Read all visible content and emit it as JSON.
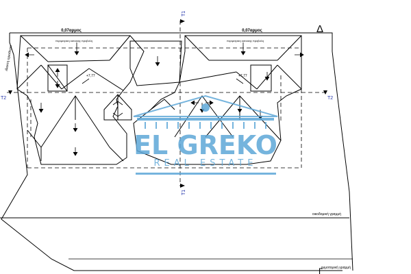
{
  "plan": {
    "labels": {
      "ratio_left": "0,07αρμος",
      "ratio_right": "0,07αρμος",
      "roof_note_left": "περιμετρικη κατοικης προβολη",
      "roof_note_right": "περιμετρικη κατοικης προβολη",
      "side_boundary": "ιδιοκτη οριοθεσια",
      "level_left": "+7,77",
      "level_right": "+7,77",
      "building_line": "οικοδομική γραμμή",
      "street_line": "ρυμοτομική γραμμή"
    },
    "markers": {
      "section_top": "T1",
      "section_bottom": "T1",
      "section_left": "T2",
      "section_right": "T2",
      "delta": "Δ",
      "gamma": "Γ"
    }
  },
  "watermark": {
    "brand": "EL GREKO",
    "tagline": "REAL ESTATE",
    "color": "#5ea7d8"
  }
}
